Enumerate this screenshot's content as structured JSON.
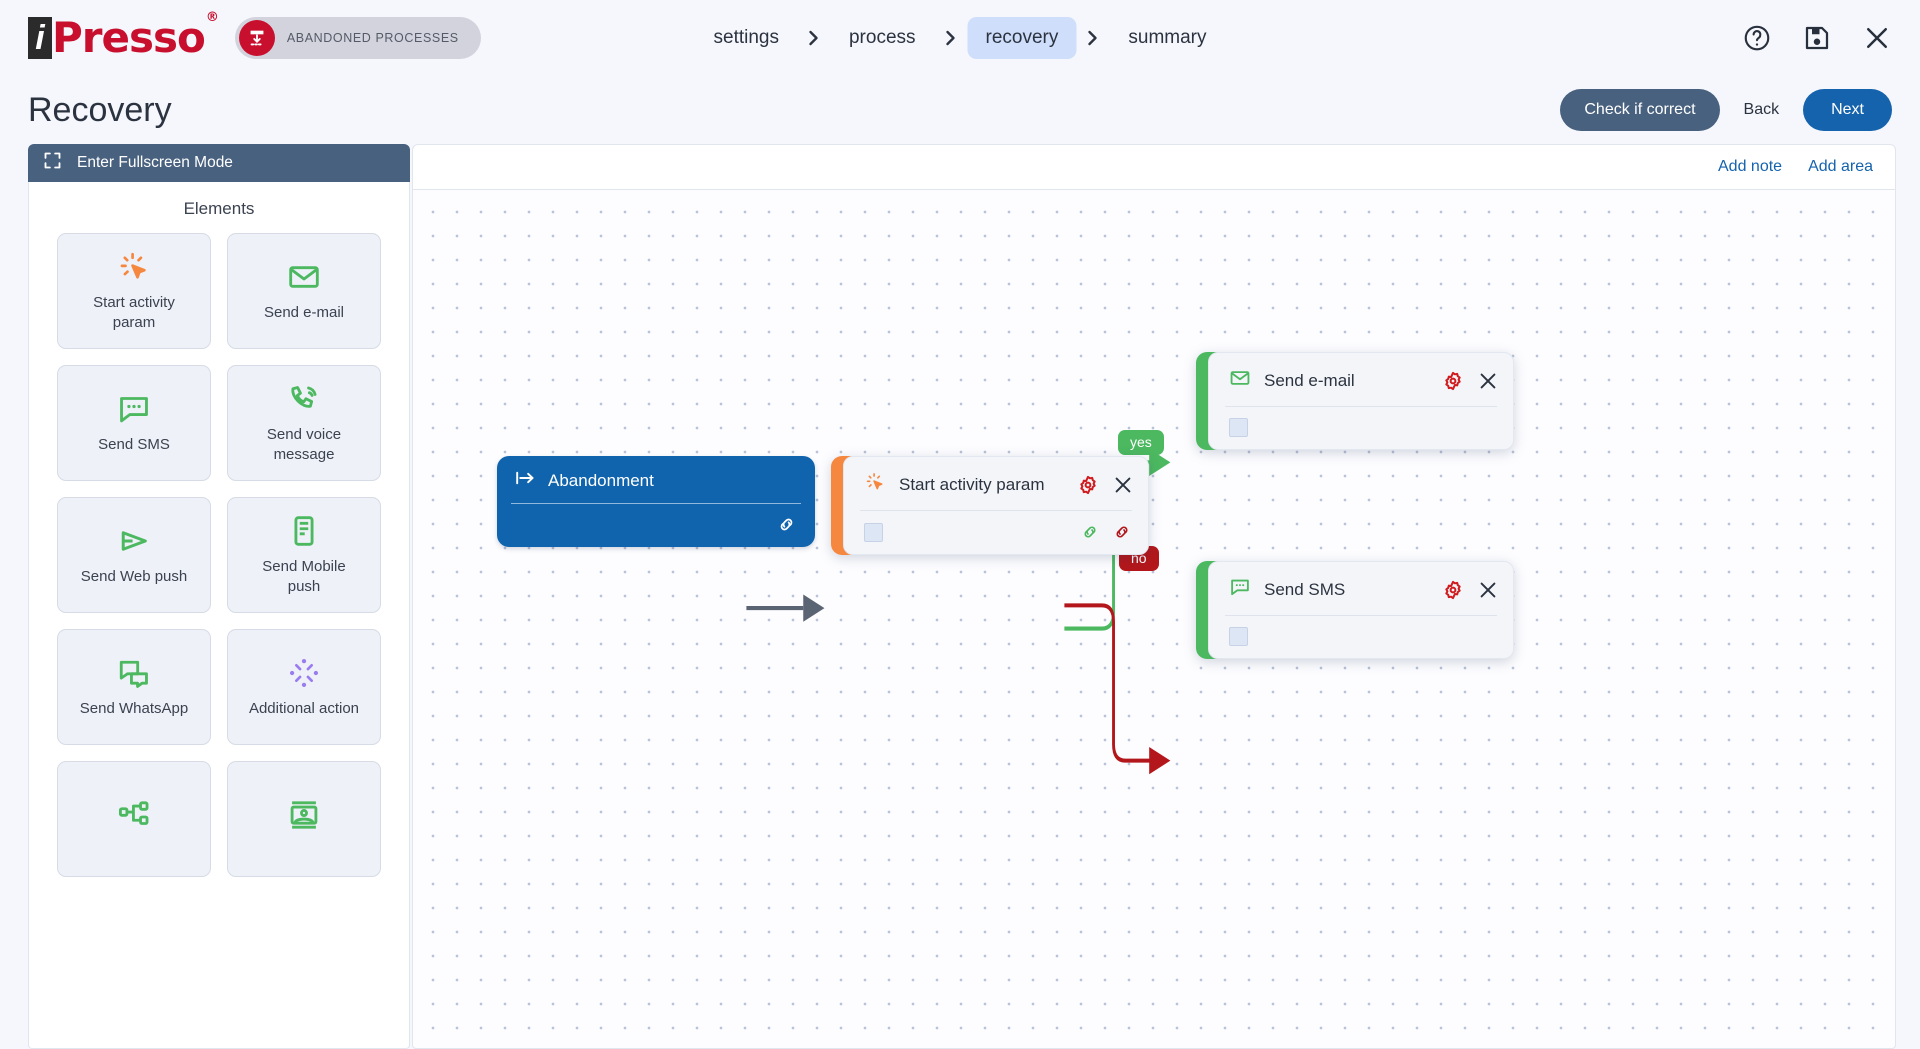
{
  "header": {
    "logo_i": "i",
    "logo_text": "Presso",
    "logo_reg": "®",
    "module_label": "ABANDONED PROCESSES",
    "breadcrumb": [
      {
        "label": "settings",
        "active": false
      },
      {
        "label": "process",
        "active": false
      },
      {
        "label": "recovery",
        "active": true
      },
      {
        "label": "summary",
        "active": false
      }
    ],
    "icons": [
      {
        "name": "help-icon"
      },
      {
        "name": "save-icon"
      },
      {
        "name": "close-icon"
      }
    ]
  },
  "title_bar": {
    "page_title": "Recovery",
    "check_label": "Check if correct",
    "back_label": "Back",
    "next_label": "Next"
  },
  "sidebar": {
    "fullscreen_label": "Enter Fullscreen Mode",
    "fullscreen_icon": "expand-icon",
    "elements_label": "Elements",
    "elements": [
      {
        "label": "Start activity param",
        "icon": "cursor-click-icon",
        "color": "#f5873f"
      },
      {
        "label": "Send e-mail",
        "icon": "envelope-icon",
        "color": "#4cb860"
      },
      {
        "label": "Send SMS",
        "icon": "chat-bubble-icon",
        "color": "#4cb860"
      },
      {
        "label": "Send voice message",
        "icon": "phone-ring-icon",
        "color": "#4cb860"
      },
      {
        "label": "Send Web push",
        "icon": "play-triangle-icon",
        "color": "#4cb860"
      },
      {
        "label": "Send Mobile push",
        "icon": "mobile-icon",
        "color": "#4cb860"
      },
      {
        "label": "Send WhatsApp",
        "icon": "chats-icon",
        "color": "#4cb860"
      },
      {
        "label": "Additional action",
        "icon": "spinner-dots-icon",
        "color": "#9b7cf0"
      },
      {
        "label": "",
        "icon": "sitemap-icon",
        "color": "#4cb860"
      },
      {
        "label": "",
        "icon": "image-banner-icon",
        "color": "#4cb860"
      }
    ]
  },
  "canvas": {
    "toolbar": {
      "add_note": "Add note",
      "add_area": "Add area"
    },
    "nodes": [
      {
        "id": "abandonment",
        "title": "Abandonment",
        "type": "start",
        "icon": "entry-arrow-icon",
        "accent": "#1064ae",
        "footer_icons": [
          "link-icon"
        ]
      },
      {
        "id": "start-activity-param",
        "title": "Start activity param",
        "type": "card",
        "icon": "cursor-click-icon",
        "accent": "#f5873f",
        "gear_icon": "gear-icon",
        "close_icon": "close-icon",
        "checkbox": true,
        "footer_icons": [
          "link-icon-green",
          "link-icon-red"
        ]
      },
      {
        "id": "send-email",
        "title": "Send e-mail",
        "type": "card",
        "icon": "envelope-icon",
        "accent": "#4cb860",
        "gear_icon": "gear-icon",
        "close_icon": "close-icon",
        "checkbox": true,
        "footer_icons": []
      },
      {
        "id": "send-sms",
        "title": "Send SMS",
        "type": "card",
        "icon": "chat-bubble-icon",
        "accent": "#4cb860",
        "gear_icon": "gear-icon",
        "close_icon": "close-icon",
        "checkbox": true,
        "footer_icons": []
      }
    ],
    "edge_labels": {
      "yes": "yes",
      "no": "no"
    },
    "colors": {
      "yes_edge": "#4cb860",
      "no_edge": "#b3171b",
      "default_edge": "#5a6472",
      "accent_blue": "#1563ad",
      "gear_red": "#d01c1f"
    }
  }
}
